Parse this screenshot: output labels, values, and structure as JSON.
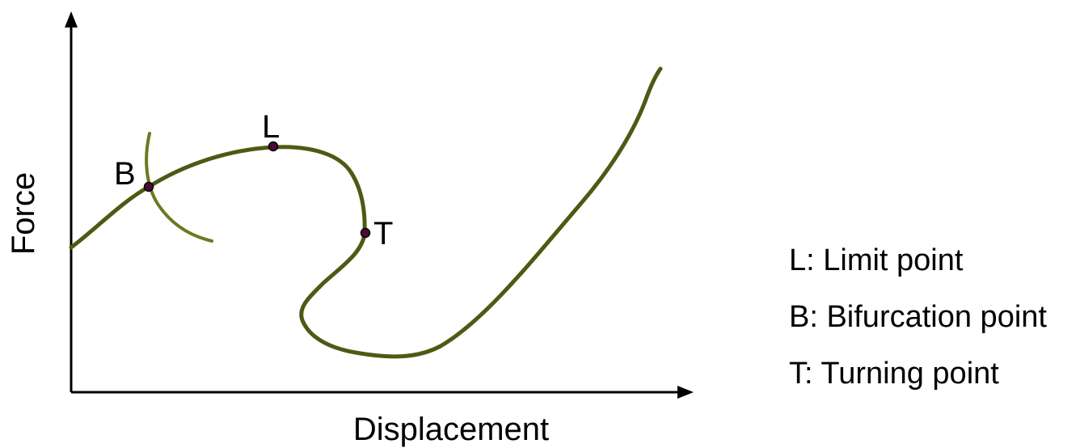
{
  "axes": {
    "x_label": "Displacement",
    "y_label": "Force"
  },
  "points": {
    "limit": "L",
    "bifurcation": "B",
    "turning": "T"
  },
  "legend": [
    "L: Limit point",
    "B: Bifurcation point",
    "T: Turning point"
  ],
  "colors": {
    "main_curve": "#4e5a14",
    "branch_curve": "#6b7a22",
    "point_fill": "#4a0a35",
    "axis": "#000000"
  }
}
